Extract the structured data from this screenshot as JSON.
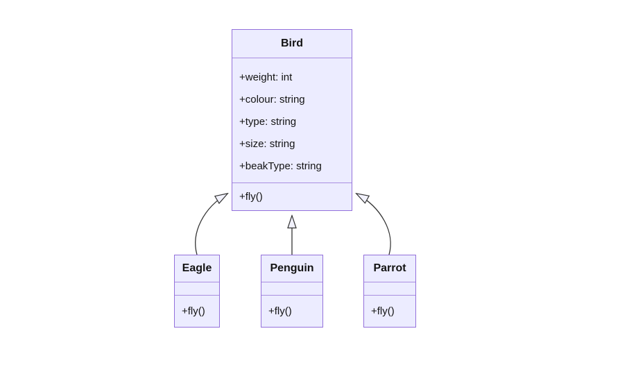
{
  "diagram": {
    "type": "uml-class-diagram",
    "classes": [
      {
        "name": "Bird",
        "attributes": [
          "+weight: int",
          "+colour: string",
          "+type: string",
          "+size: string",
          "+beakType: string"
        ],
        "methods": [
          "+fly()"
        ]
      },
      {
        "name": "Eagle",
        "attributes": [],
        "methods": [
          "+fly()"
        ]
      },
      {
        "name": "Penguin",
        "attributes": [],
        "methods": [
          "+fly()"
        ]
      },
      {
        "name": "Parrot",
        "attributes": [],
        "methods": [
          "+fly()"
        ]
      }
    ],
    "relationships": [
      {
        "from": "Eagle",
        "to": "Bird",
        "type": "inheritance",
        "marker": "hollow-triangle"
      },
      {
        "from": "Penguin",
        "to": "Bird",
        "type": "inheritance",
        "marker": "hollow-triangle"
      },
      {
        "from": "Parrot",
        "to": "Bird",
        "type": "inheritance",
        "marker": "hollow-triangle"
      }
    ],
    "colors": {
      "box_fill": "#ECECFF",
      "box_border": "#9370DB",
      "divider": "#a98ee0",
      "arrow_stroke": "#333333",
      "arrowhead_fill": "#f2f2fd",
      "text": "#131313",
      "background": "#ffffff"
    }
  }
}
